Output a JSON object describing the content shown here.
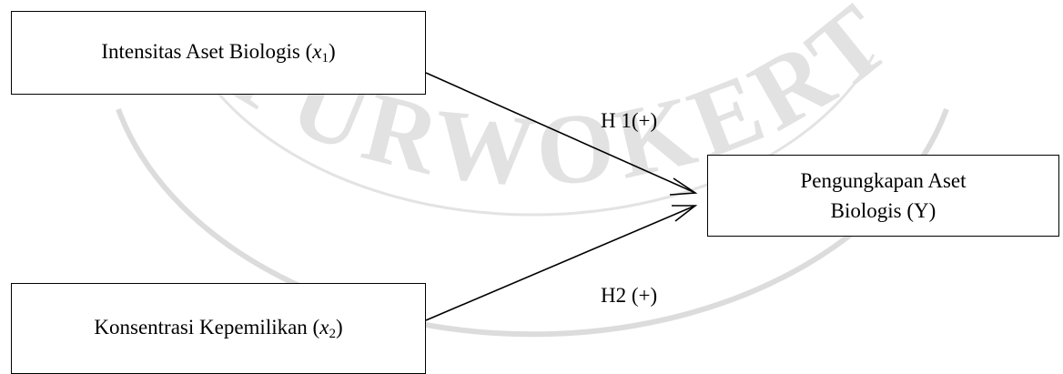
{
  "watermark": {
    "text": "PURWOKERTO",
    "color": "#d9d9d9"
  },
  "nodes": {
    "x1": {
      "label": "Intensitas Aset Biologis (",
      "var": "x",
      "sub": "1",
      "close": ")"
    },
    "x2": {
      "label": "Konsentrasi Kepemilikan (",
      "var": "x",
      "sub": "2",
      "close": ")"
    },
    "y": {
      "line1": "Pengungkapan Aset",
      "line2": "Biologis (Y)"
    }
  },
  "edges": {
    "h1": {
      "label": "H 1(+)"
    },
    "h2": {
      "label": "H2 (+)"
    }
  },
  "colors": {
    "stroke": "#000000",
    "background": "#ffffff"
  }
}
